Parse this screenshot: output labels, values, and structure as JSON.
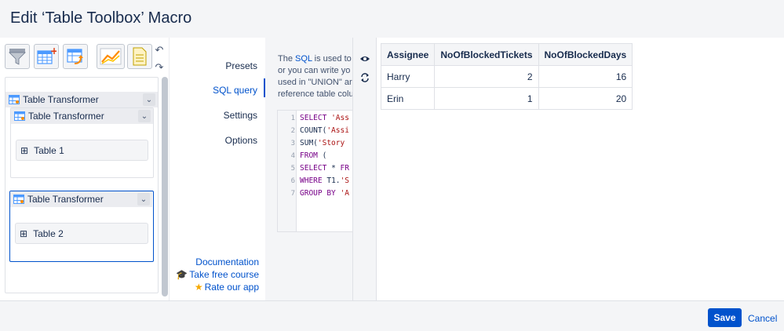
{
  "header": {
    "title": "Edit ‘Table Toolbox’ Macro"
  },
  "toolbar": {
    "tools": [
      "filter-funnel-icon",
      "add-table-icon",
      "transform-table-icon",
      "chart-icon",
      "document-icon"
    ],
    "undo": "↶",
    "redo": "↷"
  },
  "tree": {
    "root": {
      "label": "Table Transformer",
      "chevron": "⌄"
    },
    "child1": {
      "label": "Table Transformer",
      "chevron": "⌄",
      "table": "Table 1"
    },
    "child2": {
      "label": "Table Transformer",
      "chevron": "⌄",
      "table": "Table 2"
    }
  },
  "nav": {
    "presets": "Presets",
    "sql_query": "SQL query",
    "settings": "Settings",
    "options": "Options",
    "documentation": "Documentation",
    "course": "Take free course",
    "rate": "Rate our app"
  },
  "content": {
    "desc_1_pre": "The ",
    "desc_1_link": "SQL",
    "desc_1_post": " is used to",
    "desc_2": "or you can write yo",
    "desc_3": "used in \"UNION\" ar",
    "desc_4": "reference table colu",
    "code": {
      "line_numbers": [
        "1",
        "2",
        "3",
        "4",
        "5",
        "6",
        "7"
      ],
      "l1_kw": "SELECT",
      "l1_str": "'Ass",
      "l2_text": "COUNT(",
      "l2_str": "'Assi",
      "l3_text": "SUM(",
      "l3_str": "'Story",
      "l4_kw": "FROM",
      "l4_text": "(",
      "l5_kw": "SELECT",
      "l5_text": "*",
      "l5_kw2": "FR",
      "l6_kw": "WHERE",
      "l6_text": "T1.",
      "l6_str": "'S",
      "l7_kw": "GROUP BY",
      "l7_str": "'A"
    }
  },
  "side": {
    "preview_icon": "eye-icon",
    "refresh_icon": "refresh-icon"
  },
  "result": {
    "headers": [
      "Assignee",
      "NoOfBlockedTickets",
      "NoOfBlockedDays"
    ],
    "rows": [
      [
        "Harry",
        "2",
        "16"
      ],
      [
        "Erin",
        "1",
        "20"
      ]
    ]
  },
  "footer": {
    "save": "Save",
    "cancel": "Cancel"
  },
  "colors": {
    "primary": "#0052cc",
    "panel": "#f4f5f7",
    "border": "#dfe1e6"
  }
}
